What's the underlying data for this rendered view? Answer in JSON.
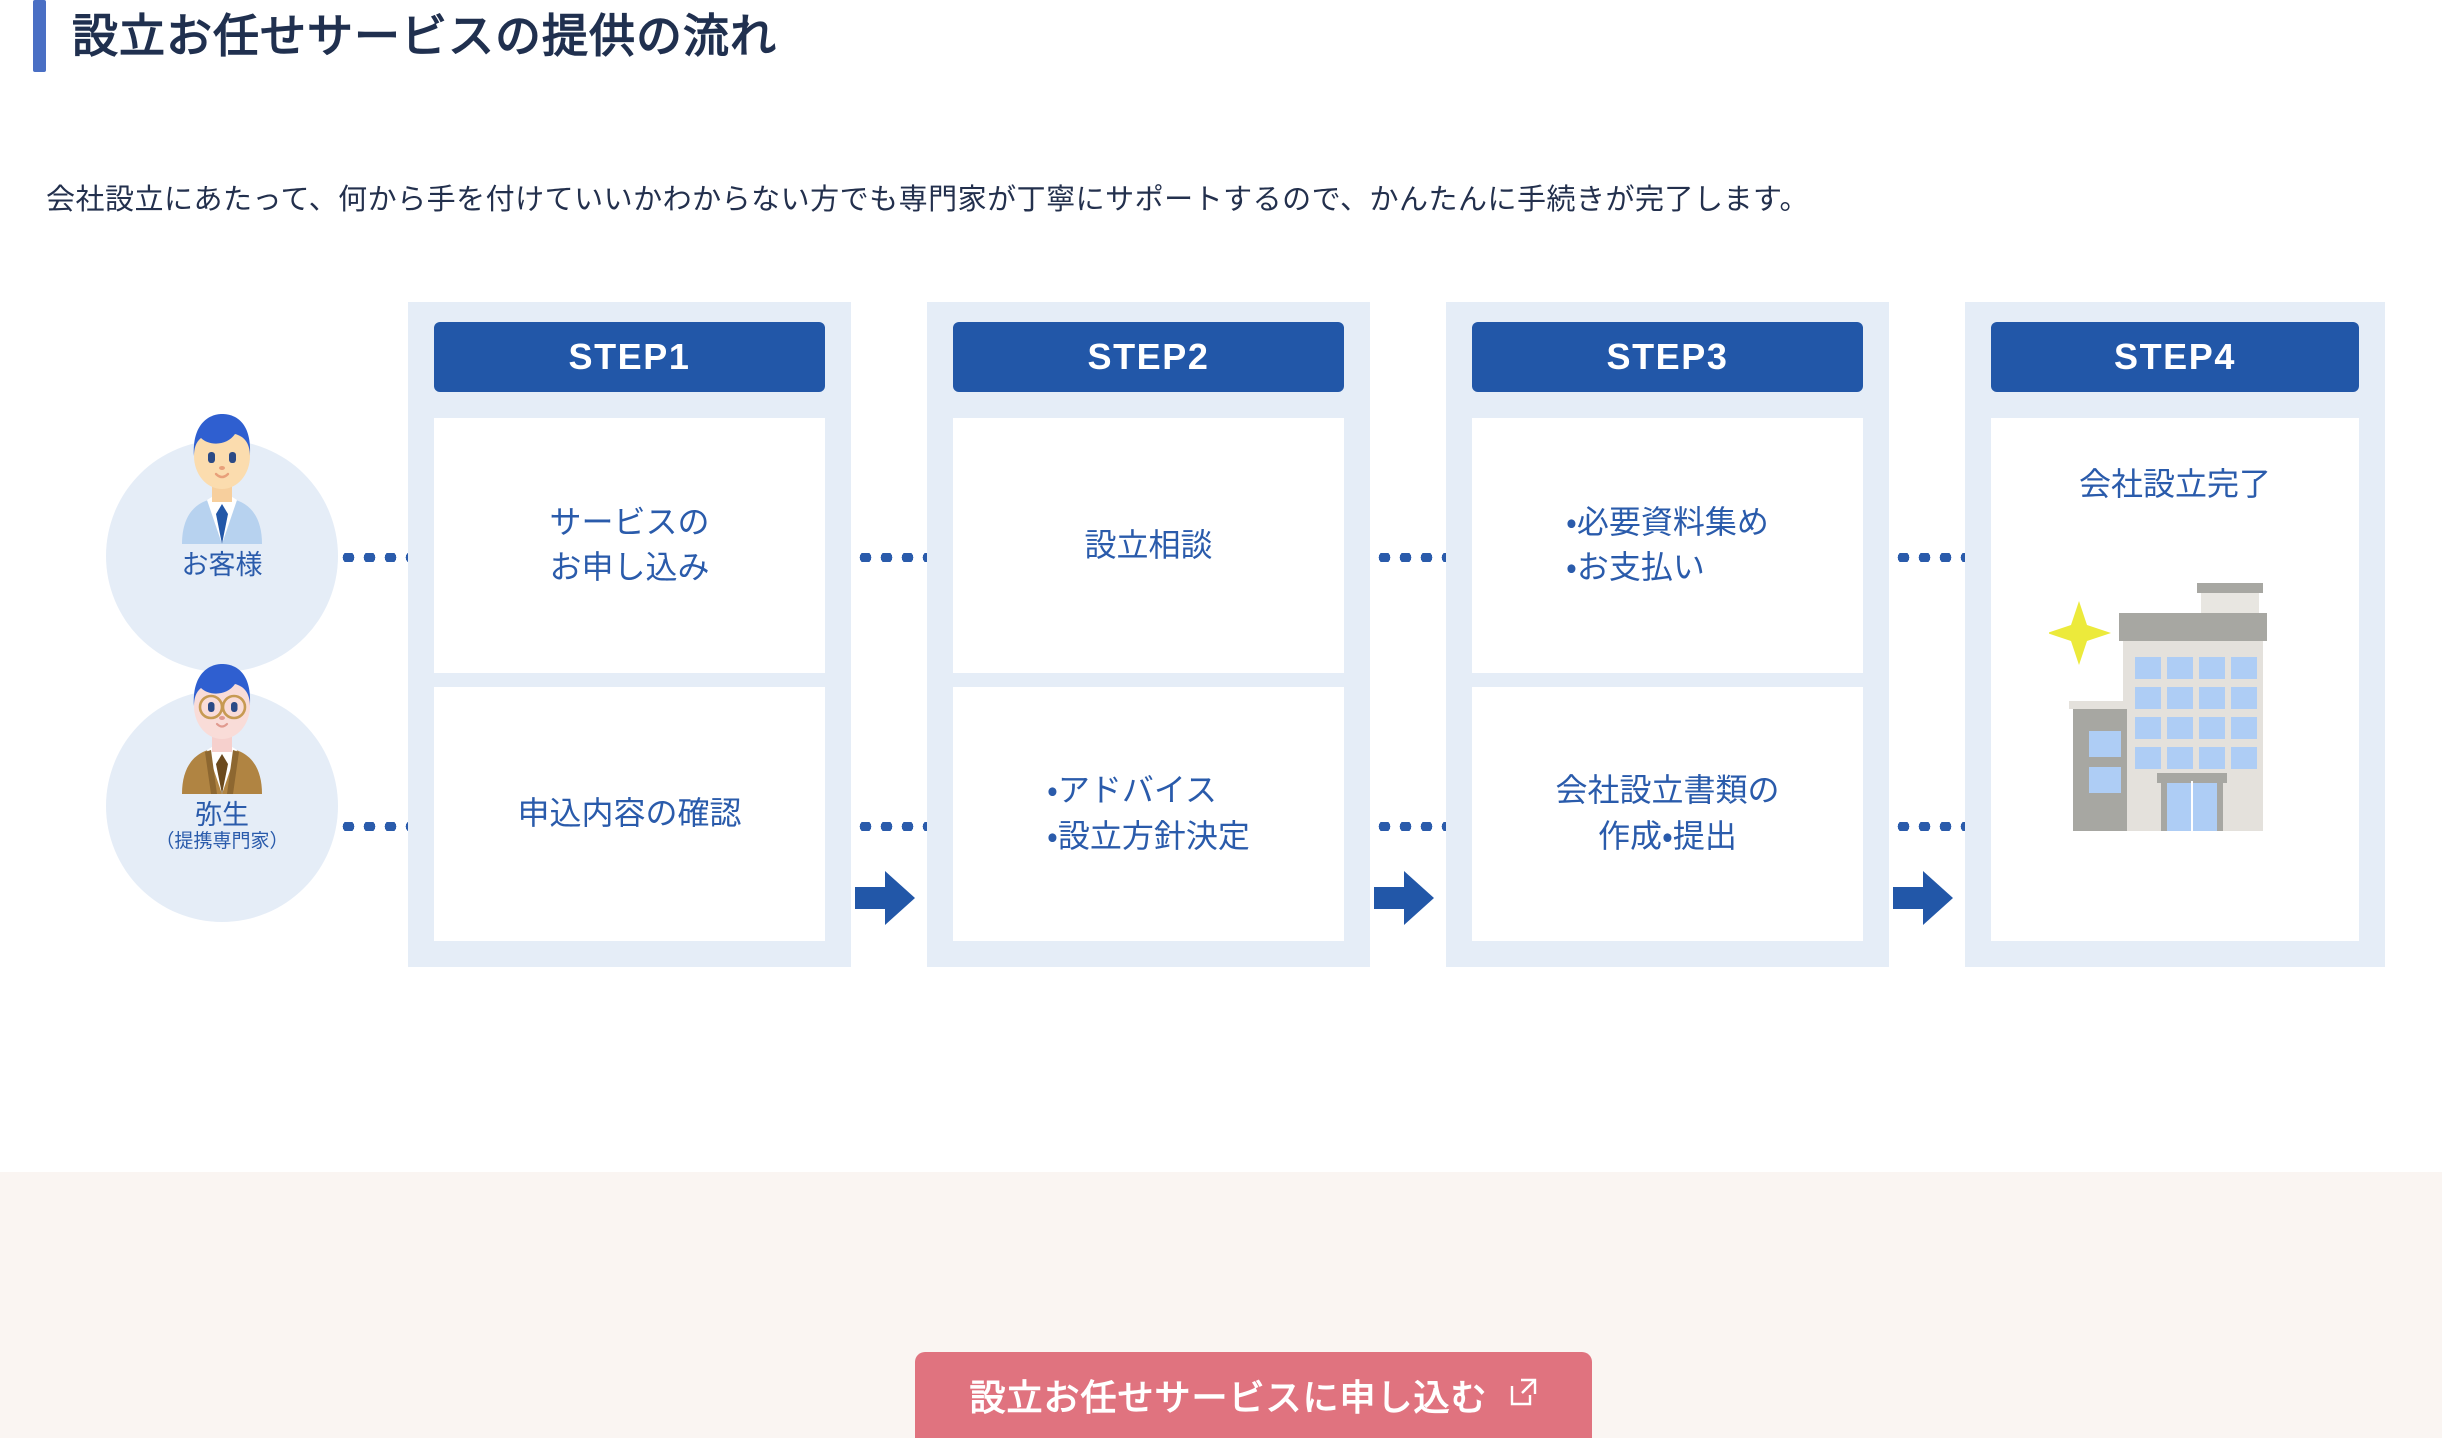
{
  "heading": {
    "title": "設立お任せサービスの提供の流れ",
    "accent_color": "#4a6fc4"
  },
  "lead": {
    "text": "会社設立にあたって、何から手を付けていいかわからない方でも専門家が丁寧にサポートするので、かんたんに手続きが完了します。"
  },
  "flow": {
    "actors": [
      {
        "name": "お客様",
        "sub": "",
        "icon": "customer-avatar-icon"
      },
      {
        "name": "弥生",
        "sub": "（提携専門家）",
        "icon": "expert-avatar-icon"
      }
    ],
    "steps": [
      {
        "label": "STEP1",
        "top_cell": "サービスの\nお申し込み",
        "bottom_cell": "申込内容の確認"
      },
      {
        "label": "STEP2",
        "top_cell": "設立相談",
        "bottom_cell": "・アドバイス\n・設立方針決定"
      },
      {
        "label": "STEP3",
        "top_cell": "・必要資料集め\n・お支払い",
        "bottom_cell": "会社設立書類の\n作成・提出"
      },
      {
        "label": "STEP4",
        "top_cell": "会社設立完了",
        "bottom_cell": ""
      }
    ],
    "arrow_icon": "right-arrow-icon",
    "connector_icon": "dotted-line",
    "colors": {
      "card_bg": "#e5edf7",
      "step_header": "#2257a8",
      "text_blue": "#2a5bab",
      "arrow": "#2257a8"
    }
  },
  "cta": {
    "label": "設立お任せサービスに申し込む",
    "icon": "external-link-icon",
    "color": "#e0737f"
  },
  "bottom_band_color": "#faf5f2"
}
